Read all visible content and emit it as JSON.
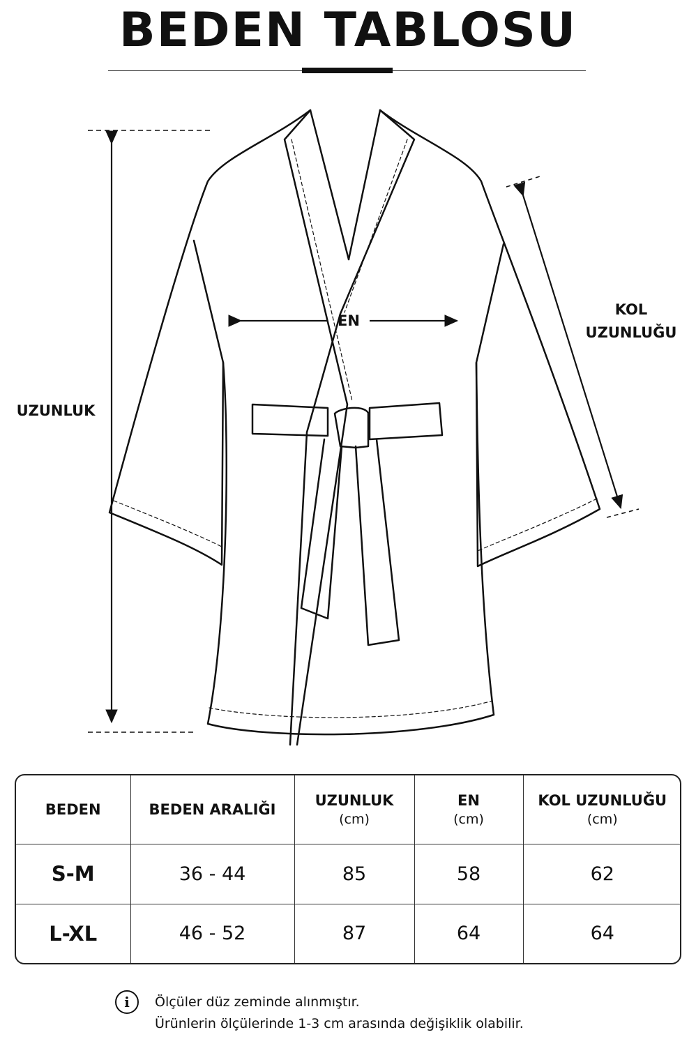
{
  "title": "BEDEN TABLOSU",
  "labels": {
    "length": "UZUNLUK",
    "width": "EN",
    "sleeve_line1": "KOL",
    "sleeve_line2": "UZUNLUĞU"
  },
  "table": {
    "headers": [
      {
        "label": "BEDEN",
        "unit": ""
      },
      {
        "label": "BEDEN ARALIĞI",
        "unit": ""
      },
      {
        "label": "UZUNLUK",
        "unit": "(cm)"
      },
      {
        "label": "EN",
        "unit": "(cm)"
      },
      {
        "label": "KOL UZUNLUĞU",
        "unit": "(cm)"
      }
    ],
    "rows": [
      {
        "size": "S-M",
        "range": "36 - 44",
        "length": "85",
        "width": "58",
        "sleeve": "62"
      },
      {
        "size": "L-XL",
        "range": "46 - 52",
        "length": "87",
        "width": "64",
        "sleeve": "64"
      }
    ]
  },
  "notes": {
    "line1": "Ölçüler düz zeminde alınmıştır.",
    "line2": "Ürünlerin ölçülerinde 1-3 cm arasında değişiklik olabilir."
  },
  "icons": {
    "info": "info-icon"
  }
}
